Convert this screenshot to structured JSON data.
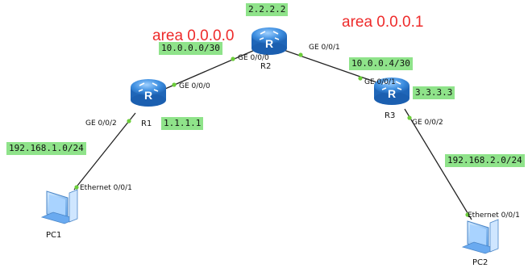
{
  "areas": {
    "area0": "area 0.0.0.0",
    "area1": "area 0.0.0.1"
  },
  "colors": {
    "area_text": "#ee2b2b",
    "label_bg": "#8fe38a",
    "router": "#3d8ee0",
    "link": "#222222",
    "port_dot": "#6ccd3a"
  },
  "nodes": {
    "r1": {
      "name": "R1",
      "router_id": "1.1.1.1",
      "icon": "router-icon"
    },
    "r2": {
      "name": "R2",
      "router_id": "2.2.2.2",
      "icon": "router-icon"
    },
    "r3": {
      "name": "R3",
      "router_id": "3.3.3.3",
      "icon": "router-icon"
    },
    "pc1": {
      "name": "PC1",
      "icon": "pc-icon"
    },
    "pc2": {
      "name": "PC2",
      "icon": "pc-icon"
    }
  },
  "networks": {
    "r1_r2": "10.0.0.0/30",
    "r2_r3": "10.0.0.4/30",
    "pc1_lan": "192.168.1.0/24",
    "pc2_lan": "192.168.2.0/24"
  },
  "ports": {
    "r1_to_r2": "GE 0/0/0",
    "r2_to_r1": "GE 0/0/0",
    "r2_to_r3": "GE 0/0/1",
    "r3_to_r2": "GE 0/0/1",
    "r1_to_pc1": "GE 0/0/2",
    "pc1_eth": "Ethernet 0/0/1",
    "r3_to_pc2": "GE 0/0/2",
    "pc2_eth": "Ethernet 0/0/1"
  }
}
